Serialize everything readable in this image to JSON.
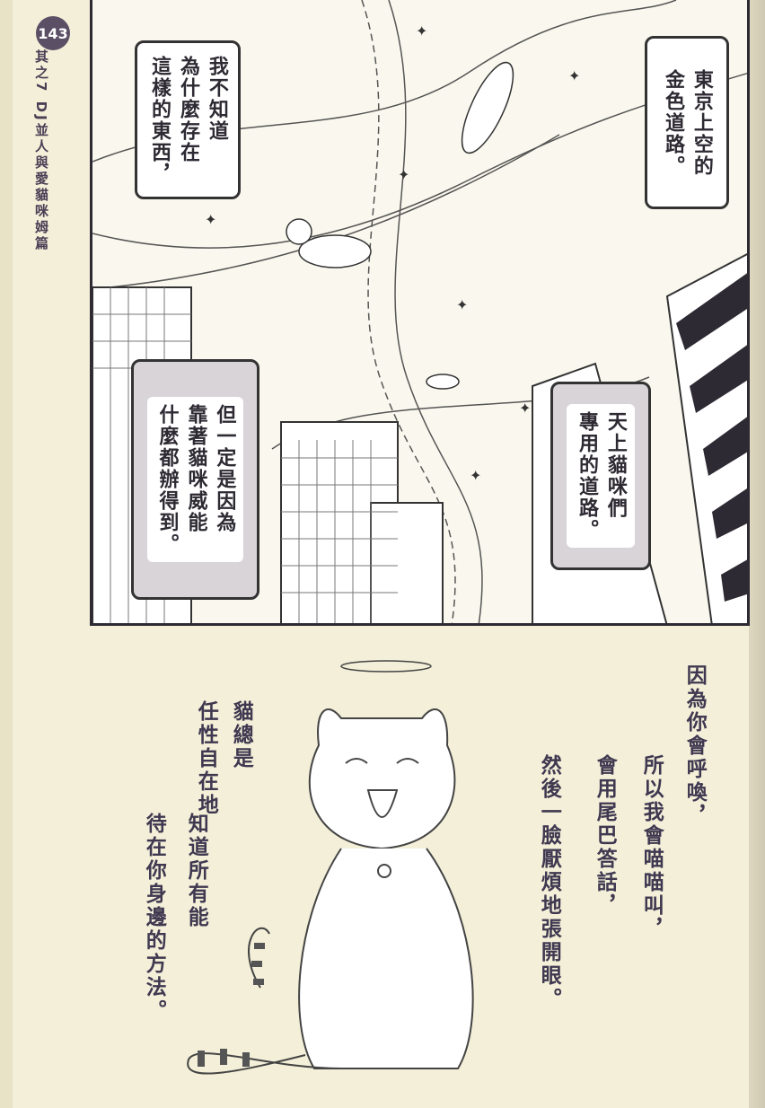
{
  "page_number": "143",
  "header": "其之7 DJ並人與愛貓咪姆篇",
  "bubbles": {
    "top_left": [
      "我不知道",
      "為什麼存在",
      "這樣的東西，"
    ],
    "top_right": [
      "東京上空的",
      "金色道路。"
    ],
    "mid_left": [
      "但一定是因為",
      "靠著貓咪威能",
      "什麼都辦得到。"
    ],
    "mid_right": [
      "天上貓咪們",
      "專用的道路。"
    ]
  },
  "narration_right": [
    "因為你會呼喚，",
    "所以我會喵喵叫，",
    "會用尾巴答話，",
    "然後一臉厭煩地張開眼。"
  ],
  "narration_left": [
    "貓總是",
    "任性自在地",
    "知道所有能",
    "待在你身邊的方法。"
  ]
}
